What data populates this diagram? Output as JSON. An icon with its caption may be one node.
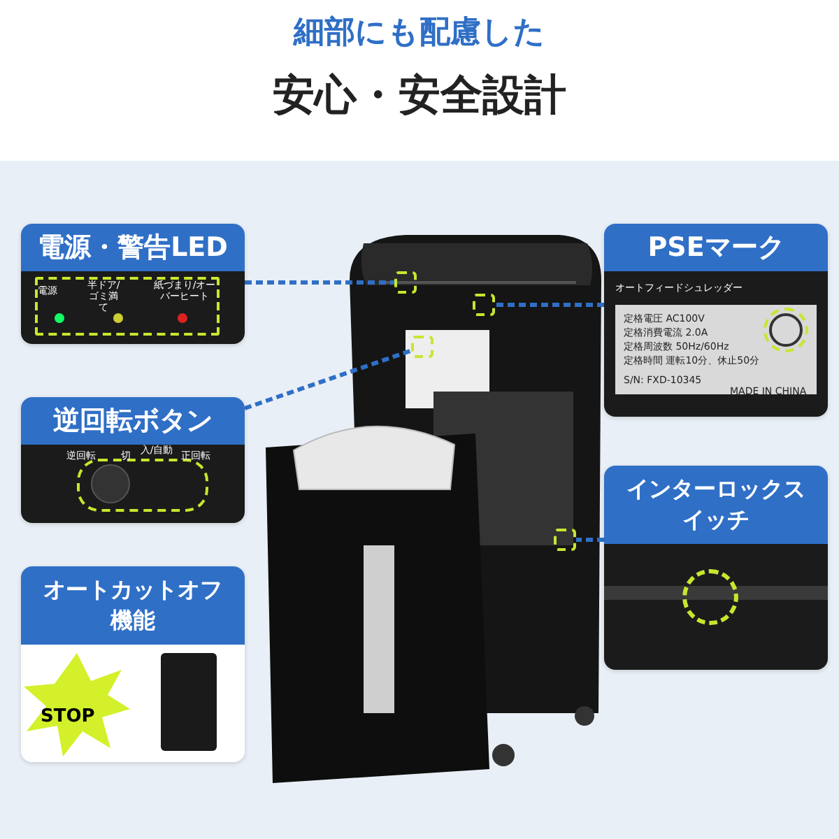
{
  "diagram": {
    "title": "安心・安全設計",
    "labels": [
      "細部にも配慮した"
    ],
    "nodes": [
      {
        "text": [
          "電源・警告LED",
          "電源",
          "半ドア/ゴミ満て",
          "紙づまり/オーバーヒート"
        ]
      },
      {
        "text": [
          "逆回転ボタン",
          "逆回転",
          "切",
          "入/自動",
          "正回転"
        ]
      },
      {
        "text": [
          "PSEマーク",
          "オートフィードシュレッダー",
          "定格電圧 AC100V",
          "定格消費電流 2.0A",
          "定格周波数 50Hz/60Hz",
          "定格時間 運転10分、休止50分",
          "S/N: FXD-10345",
          "MADE IN CHINA"
        ]
      },
      {
        "text": [
          "インターロックスイッチ"
        ]
      },
      {
        "text": [
          "オートカットオフ機能",
          "STOP"
        ]
      },
      {
        "text": [],
        "shape": "picture"
      },
      {
        "text": [],
        "shape": "box",
        "in": 5
      },
      {
        "text": [],
        "shape": "box",
        "in": 5
      },
      {
        "text": [],
        "shape": "box",
        "in": 5
      },
      {
        "text": [],
        "shape": "box",
        "in": 5
      }
    ],
    "edges": [
      {
        "from": 0,
        "to": 6,
        "arrow": "none",
        "style": "dashed"
      },
      {
        "from": 1,
        "to": 7,
        "arrow": "none",
        "style": "dashed"
      },
      {
        "from": 2,
        "to": 8,
        "arrow": "none",
        "style": "dashed"
      },
      {
        "from": 3,
        "to": 9,
        "arrow": "none",
        "style": "dashed"
      }
    ]
  }
}
